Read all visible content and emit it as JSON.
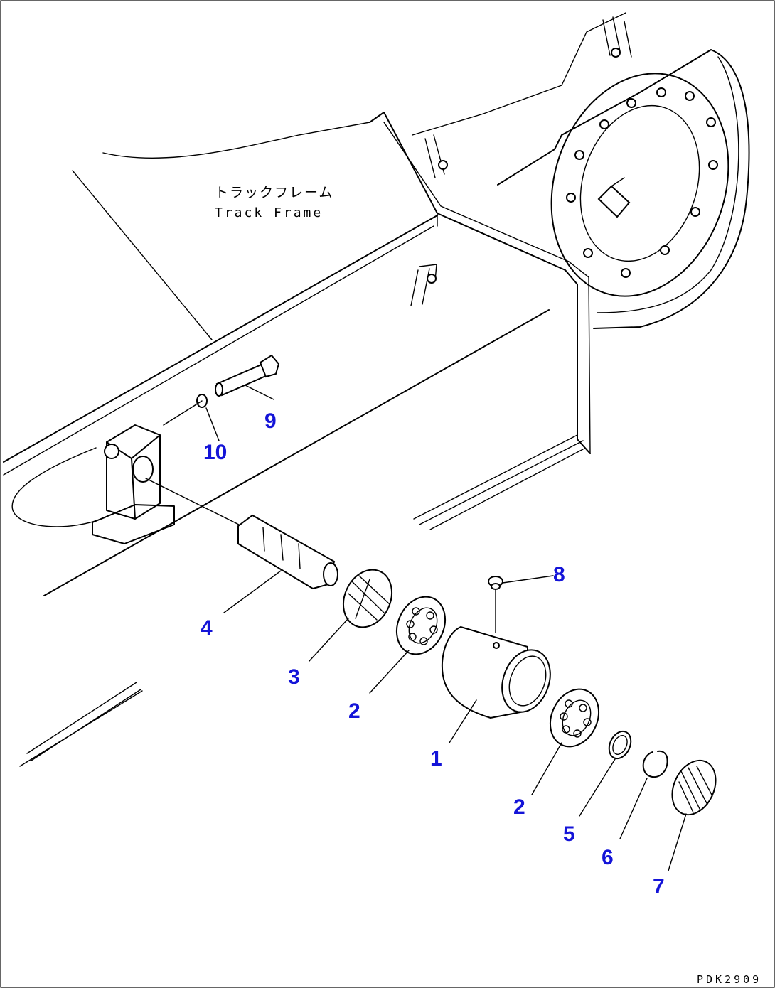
{
  "diagram": {
    "frame_label_jp": "トラックフレーム",
    "frame_label_en": "Track Frame",
    "drawing_code": "PDK2909",
    "callouts": [
      {
        "id": "c1",
        "label": "1"
      },
      {
        "id": "c2a",
        "label": "2"
      },
      {
        "id": "c2b",
        "label": "2"
      },
      {
        "id": "c3",
        "label": "3"
      },
      {
        "id": "c4",
        "label": "4"
      },
      {
        "id": "c5",
        "label": "5"
      },
      {
        "id": "c6",
        "label": "6"
      },
      {
        "id": "c7",
        "label": "7"
      },
      {
        "id": "c8",
        "label": "8"
      },
      {
        "id": "c9",
        "label": "9"
      },
      {
        "id": "c10",
        "label": "10"
      }
    ],
    "colors": {
      "callout": "#1414d8",
      "line": "#000000",
      "background": "#ffffff"
    }
  }
}
